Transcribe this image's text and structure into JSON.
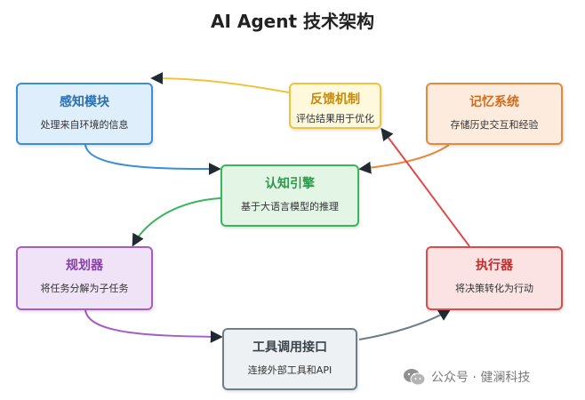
{
  "title": "AI Agent 技术架构",
  "nodes": [
    {
      "id": "perception",
      "title": "感知模块",
      "desc": "处理来自环境的信息",
      "fill": "#dfeefb",
      "border": "#3a8fd6",
      "title_color": "#2a6fb0"
    },
    {
      "id": "feedback",
      "title": "反馈机制",
      "desc": "评估结果用于优化",
      "fill": "#fef8dc",
      "border": "#f1c33a",
      "title_color": "#c58a0a"
    },
    {
      "id": "memory",
      "title": "记忆系统",
      "desc": "存储历史交互和经验",
      "fill": "#fdecdd",
      "border": "#e8893a",
      "title_color": "#d06b1c"
    },
    {
      "id": "cognition",
      "title": "认知引擎",
      "desc": "基于大语言模型的推理",
      "fill": "#e3f6e6",
      "border": "#38b65a",
      "title_color": "#2e9a4c"
    },
    {
      "id": "planner",
      "title": "规划器",
      "desc": "将任务分解为子任务",
      "fill": "#f1e3f7",
      "border": "#a55ec4",
      "title_color": "#8a3eae"
    },
    {
      "id": "executor",
      "title": "执行器",
      "desc": "将决策转化为行动",
      "fill": "#fbe3e3",
      "border": "#e04a4a",
      "title_color": "#c62c2c"
    },
    {
      "id": "tools",
      "title": "工具调用接口",
      "desc": "连接外部工具和API",
      "fill": "#eef1f3",
      "border": "#6f7d86",
      "title_color": "#3a444b"
    }
  ],
  "edges": [
    {
      "from": "perception",
      "to": "cognition",
      "color": "#3a8fd6"
    },
    {
      "from": "memory",
      "to": "cognition",
      "color": "#e8893a"
    },
    {
      "from": "cognition",
      "to": "planner",
      "color": "#38b65a"
    },
    {
      "from": "planner",
      "to": "tools",
      "color": "#a55ec4"
    },
    {
      "from": "tools",
      "to": "executor",
      "color": "#6f7d86"
    },
    {
      "from": "executor",
      "to": "feedback",
      "color": "#e04a4a"
    },
    {
      "from": "feedback",
      "to": "perception",
      "color": "#f1c33a"
    }
  ],
  "watermark": {
    "text": "公众号 · 健澜科技",
    "icon": "wechat-icon"
  }
}
